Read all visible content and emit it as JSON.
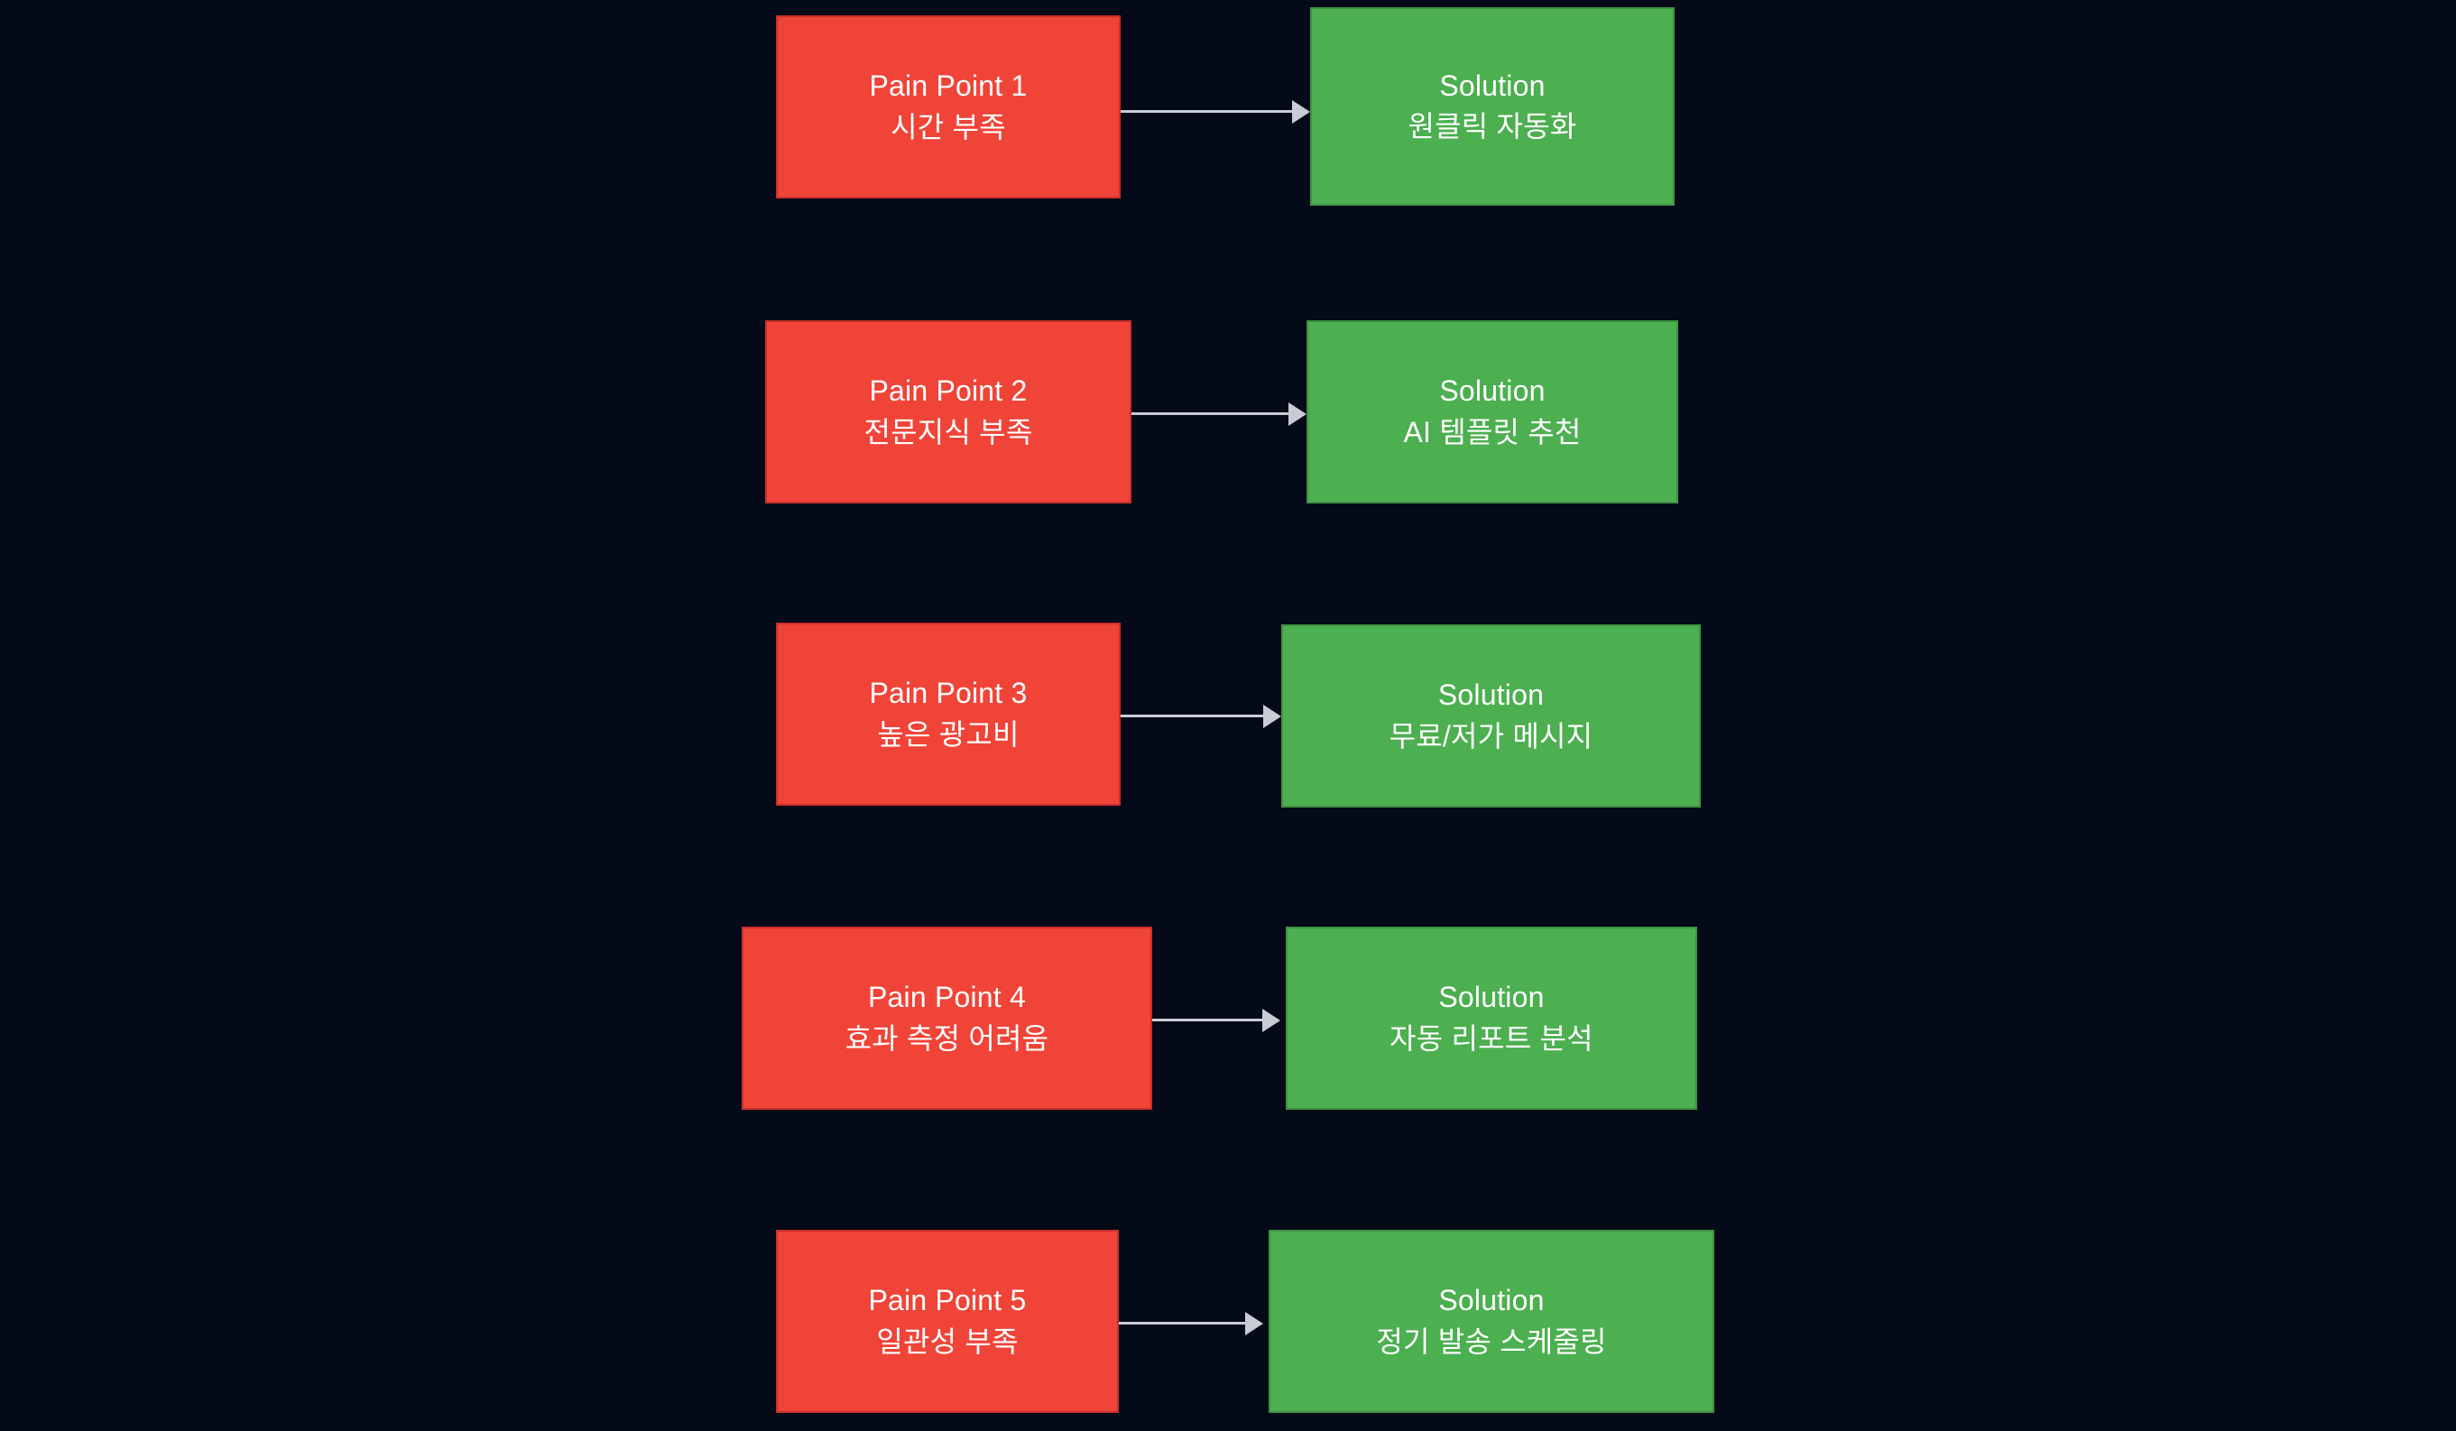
{
  "diagram": {
    "type": "flowchart",
    "orientation": "left-to-right",
    "background_color": "#050a18",
    "pain_color": "#f04438",
    "pain_border_color": "#c9302c",
    "solution_color": "#4caf50",
    "solution_border_color": "#3f9243",
    "edge_color": "#c8ccd4",
    "text_color": "#ffffff",
    "rows": [
      {
        "pain": {
          "title": "Pain Point 1",
          "detail": "시간 부족"
        },
        "solution": {
          "title": "Solution",
          "detail": "원클릭 자동화"
        },
        "connector": "arrow"
      },
      {
        "pain": {
          "title": "Pain Point 2",
          "detail": "전문지식 부족"
        },
        "solution": {
          "title": "Solution",
          "detail": "AI 템플릿 추천"
        },
        "connector": "arrow"
      },
      {
        "pain": {
          "title": "Pain Point 3",
          "detail": "높은 광고비"
        },
        "solution": {
          "title": "Solution",
          "detail": "무료/저가 메시지"
        },
        "connector": "arrow"
      },
      {
        "pain": {
          "title": "Pain Point 4",
          "detail": "효과 측정 어려움"
        },
        "solution": {
          "title": "Solution",
          "detail": "자동 리포트 분석"
        },
        "connector": "arrow"
      },
      {
        "pain": {
          "title": "Pain Point 5",
          "detail": "일관성 부족"
        },
        "solution": {
          "title": "Solution",
          "detail": "정기 발송 스케줄링"
        },
        "connector": "arrow"
      }
    ]
  }
}
